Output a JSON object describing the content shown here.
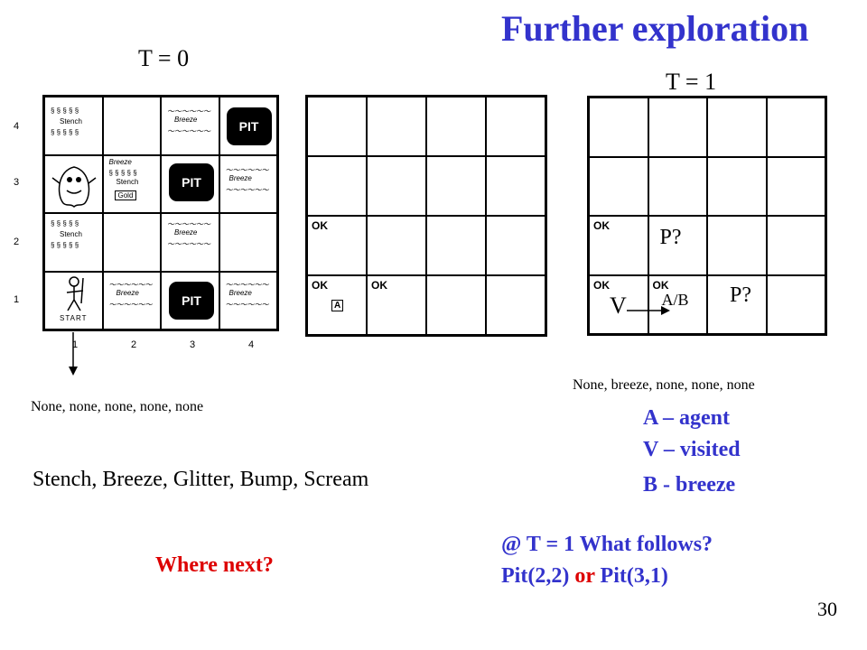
{
  "slide": {
    "title": "Further exploration",
    "page_number": "30"
  },
  "left": {
    "time_label": "T = 0",
    "percepts": "None, none, none, none, none",
    "percept_names": "Stench, Breeze, Glitter, Bump, Scream",
    "question": "Where next?",
    "row_labels": [
      "4",
      "3",
      "2",
      "1"
    ],
    "col_labels": [
      "1",
      "2",
      "3",
      "4"
    ],
    "stench_text": "Stench",
    "breeze_text": "Breeze",
    "pit_text": "PIT",
    "gold_text": "Gold",
    "start_text": "START"
  },
  "middle": {
    "ok_label": "OK",
    "agent_label": "A"
  },
  "right": {
    "time_label": "T = 1",
    "percepts": "None, breeze, none, none, none",
    "ok_label": "OK",
    "p_question": "P?",
    "visited": "V",
    "agent_breeze": "A/B",
    "legend": [
      "A – agent",
      "V – visited",
      "B -  breeze"
    ],
    "follows_question": "@ T = 1 What follows?",
    "answer_part1": "Pit(2,2)",
    "answer_or": "or",
    "answer_part2": "Pit(3,1)"
  },
  "colors": {
    "accent": "#3333cc",
    "question": "#dd0000"
  }
}
